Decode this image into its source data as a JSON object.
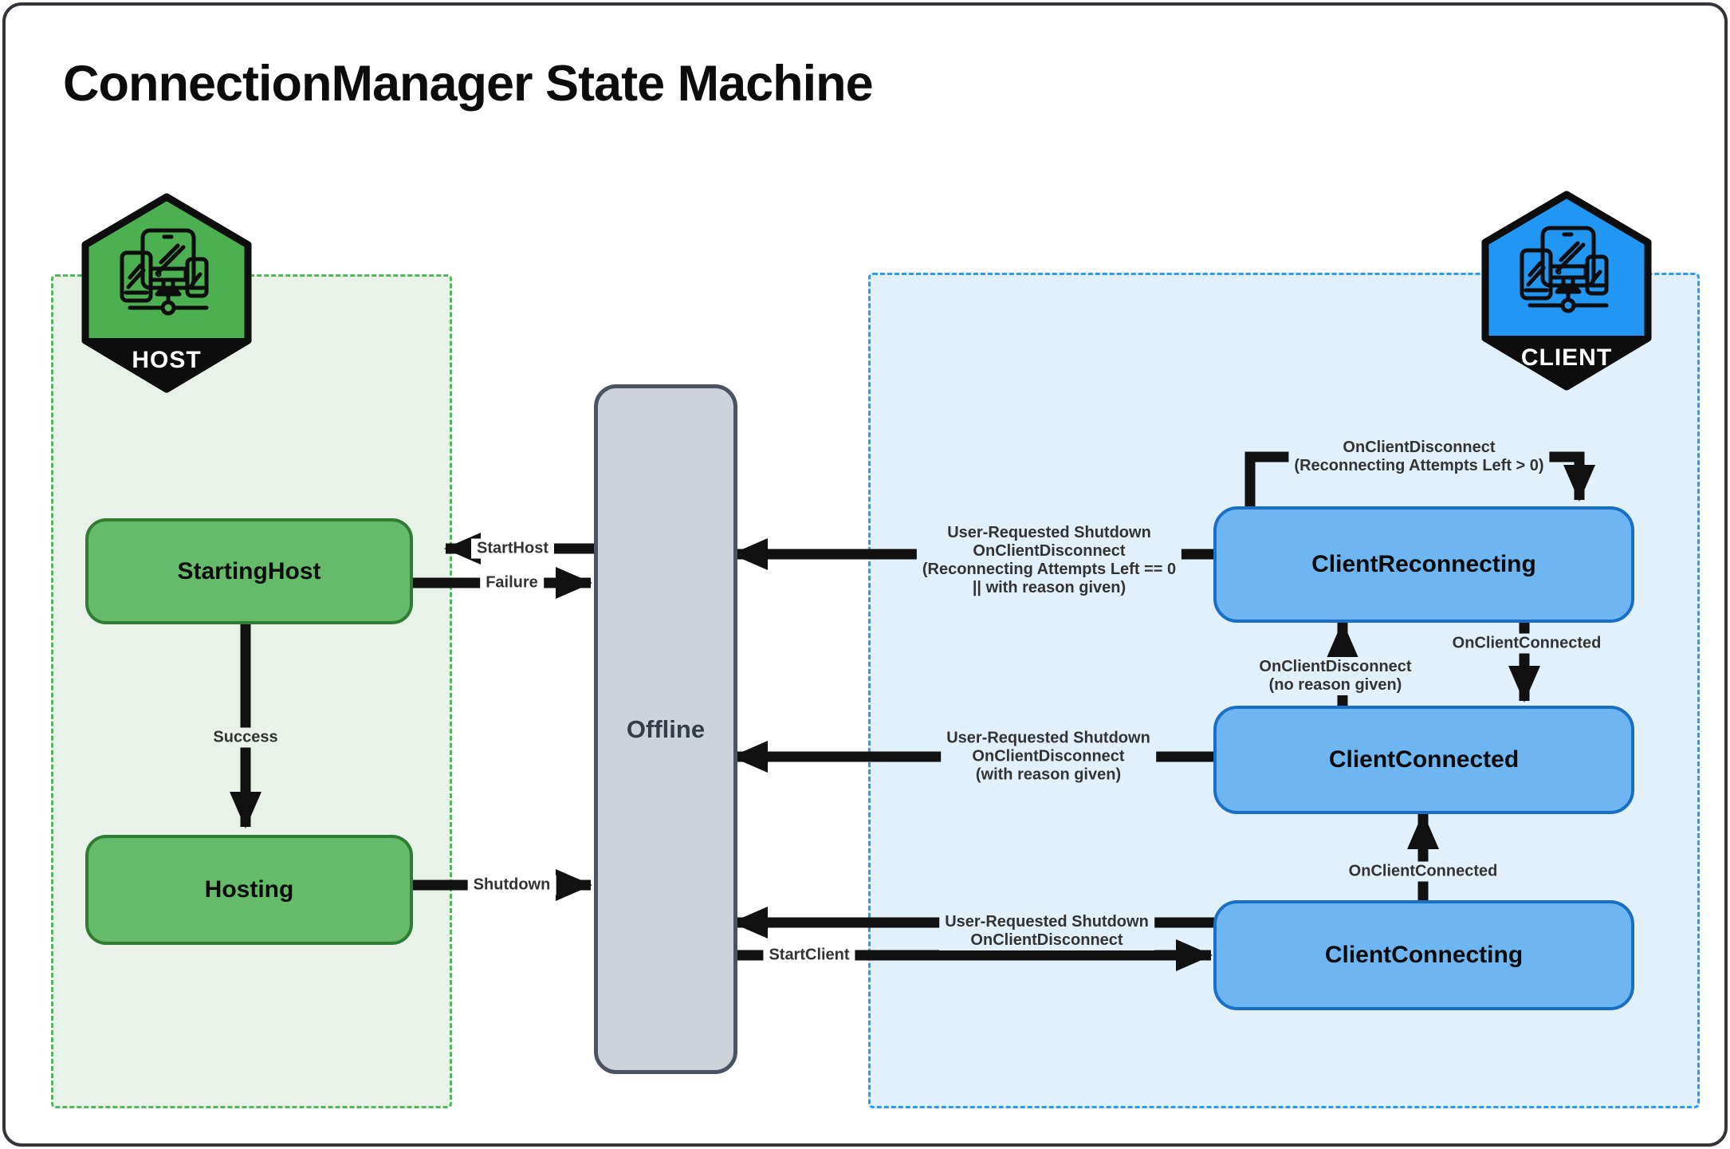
{
  "title": "ConnectionManager State Machine",
  "badges": {
    "host": {
      "label": "HOST",
      "icon": "devices-network-icon"
    },
    "client": {
      "label": "CLIENT",
      "icon": "devices-network-icon"
    }
  },
  "states": {
    "starting_host": {
      "label": "StartingHost"
    },
    "hosting": {
      "label": "Hosting"
    },
    "offline": {
      "label": "Offline"
    },
    "client_reconnecting": {
      "label": "ClientReconnecting"
    },
    "client_connected": {
      "label": "ClientConnected"
    },
    "client_connecting": {
      "label": "ClientConnecting"
    }
  },
  "transitions": {
    "start_host": {
      "label": "StartHost",
      "from": "Offline",
      "to": "StartingHost"
    },
    "failure": {
      "label": "Failure",
      "from": "StartingHost",
      "to": "Offline"
    },
    "success": {
      "label": "Success",
      "from": "StartingHost",
      "to": "Hosting"
    },
    "shutdown": {
      "label": "Shutdown",
      "from": "Hosting",
      "to": "Offline"
    },
    "start_client": {
      "label": "StartClient",
      "from": "Offline",
      "to": "ClientConnecting"
    },
    "reconnect_self_loop": {
      "lines": [
        "OnClientDisconnect",
        "(Reconnecting Attempts Left > 0)"
      ],
      "from": "ClientReconnecting",
      "to": "ClientReconnecting"
    },
    "reconnecting_to_offline": {
      "lines": [
        "User-Requested Shutdown",
        "OnClientDisconnect",
        "(Reconnecting Attempts Left == 0",
        "|| with reason given)"
      ],
      "from": "ClientReconnecting",
      "to": "Offline"
    },
    "disconnect_no_reason": {
      "lines": [
        "OnClientDisconnect",
        "(no reason given)"
      ],
      "from": "ClientConnected",
      "to": "ClientReconnecting"
    },
    "reconnect_connected": {
      "label": "OnClientConnected",
      "from": "ClientReconnecting",
      "to": "ClientConnected"
    },
    "connected_to_offline": {
      "lines": [
        "User-Requested Shutdown",
        "OnClientDisconnect",
        "(with reason given)"
      ],
      "from": "ClientConnected",
      "to": "Offline"
    },
    "connecting_connected": {
      "label": "OnClientConnected",
      "from": "ClientConnecting",
      "to": "ClientConnected"
    },
    "connecting_to_offline": {
      "lines": [
        "User-Requested Shutdown",
        "OnClientDisconnect"
      ],
      "from": "ClientConnecting",
      "to": "Offline"
    }
  },
  "colors": {
    "host_accent": "#4caf50",
    "host_state_fill": "#66bb6a",
    "host_state_border": "#2e7d32",
    "host_region_fill": "#e8f2e9",
    "client_accent": "#2196f3",
    "client_state_fill": "#6db6f2",
    "client_state_border": "#1a6fc4",
    "client_region_fill": "#e1f0fb",
    "offline_fill": "#ccd3db",
    "offline_border": "#4a5460",
    "arrow": "#111111"
  }
}
